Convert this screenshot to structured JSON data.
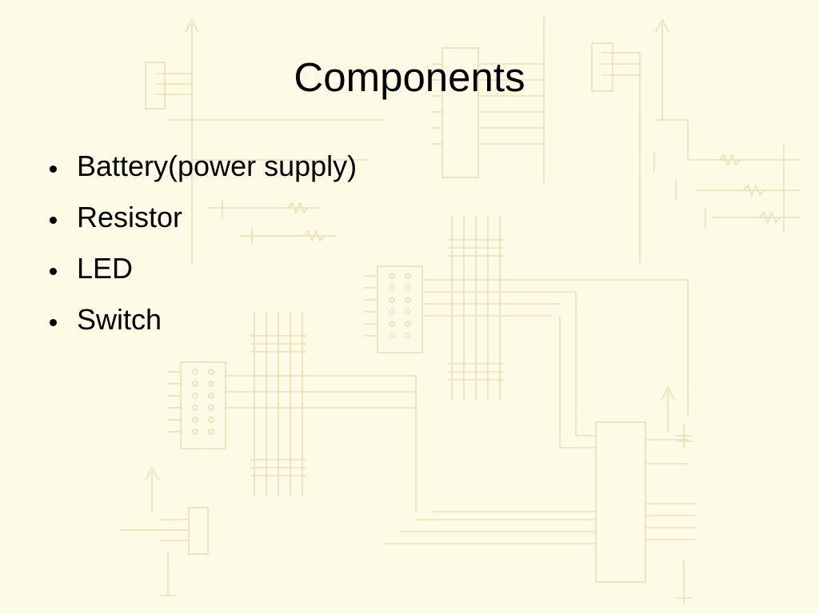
{
  "slide": {
    "title": "Components",
    "bullets": [
      "Battery(power supply)",
      "Resistor",
      "LED",
      "Switch"
    ]
  },
  "theme": {
    "background": "#fdfae6",
    "circuit_line_color": "#ecdfb4",
    "text_color": "#000000"
  }
}
